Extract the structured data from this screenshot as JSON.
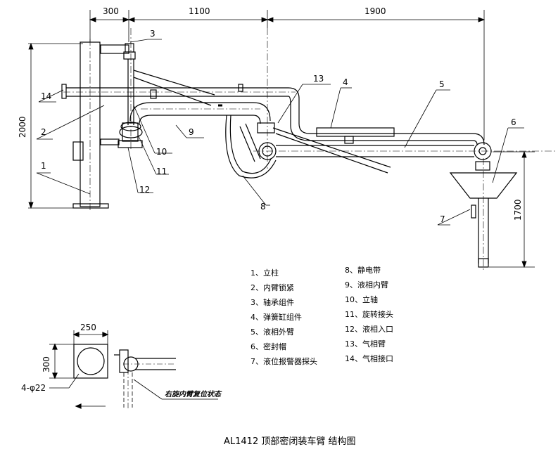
{
  "dimensions": {
    "top": [
      "300",
      "1100",
      "1900"
    ],
    "left_height": "2000",
    "right_height": "1700",
    "detail_width": "250",
    "detail_height": "300",
    "detail_holes": "4-φ22"
  },
  "callouts": [
    "1",
    "2",
    "3",
    "4",
    "5",
    "6",
    "7",
    "8",
    "9",
    "10",
    "11",
    "12",
    "13",
    "14"
  ],
  "legend": {
    "left": [
      "1、立柱",
      "2、内臂锁紧",
      "3、轴承组件",
      "4、弹簧缸组件",
      "5、液相外臂",
      "6、密封帽",
      "7、液位报警器探头"
    ],
    "right": [
      "8、静电带",
      "9、液相内臂",
      "10、立轴",
      "11、旋转接头",
      "12、液相入口",
      "13、气相臂",
      "14、气相接口"
    ]
  },
  "annotation": "右旋内臂复位状态",
  "title": "AL1412 顶部密闭装车臂 结构图"
}
